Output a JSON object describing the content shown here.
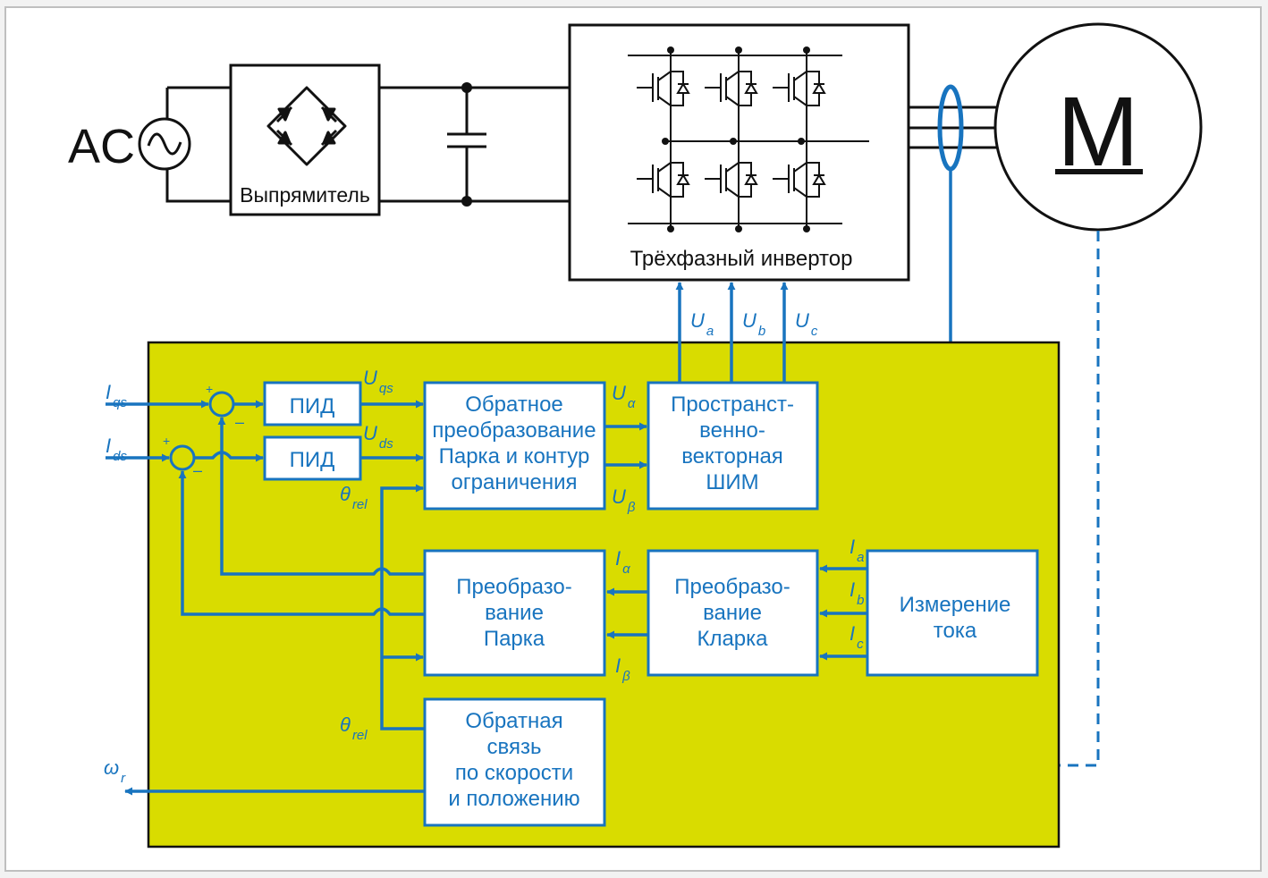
{
  "power": {
    "ac_label": "AC",
    "rectifier_label": "Выпрямитель",
    "inverter_label": "Трёхфазный инвертор",
    "motor_label": "M"
  },
  "control": {
    "pid1": "ПИД",
    "pid2": "ПИД",
    "inv_park": [
      "Обратное",
      "преобразование",
      "Парка и контур",
      "ограничения"
    ],
    "svpwm": [
      "Пространст-",
      "венно-",
      "векторная",
      "ШИМ"
    ],
    "park": [
      "Преобразо-",
      "вание",
      "Парка"
    ],
    "clarke": [
      "Преобразо-",
      "вание",
      "Кларка"
    ],
    "meas": [
      "Измерение",
      "тока"
    ],
    "speed": [
      "Обратная",
      "связь",
      "по скорости",
      "и положению"
    ]
  },
  "signals": {
    "iqs": {
      "main": "I",
      "sub": "qs"
    },
    "ids": {
      "main": "I",
      "sub": "ds"
    },
    "uqs": {
      "main": "U",
      "sub": "qs"
    },
    "uds": {
      "main": "U",
      "sub": "ds"
    },
    "ualpha": {
      "main": "U",
      "sub": "α"
    },
    "ubeta": {
      "main": "U",
      "sub": "β"
    },
    "ialpha": {
      "main": "I",
      "sub": "α"
    },
    "ibeta": {
      "main": "I",
      "sub": "β"
    },
    "ia": {
      "main": "I",
      "sub": "a"
    },
    "ib": {
      "main": "I",
      "sub": "b"
    },
    "ic": {
      "main": "I",
      "sub": "c"
    },
    "ua": {
      "main": "U",
      "sub": "a"
    },
    "ub": {
      "main": "U",
      "sub": "b"
    },
    "uc": {
      "main": "U",
      "sub": "c"
    },
    "theta1": {
      "main": "θ",
      "sub": "rel"
    },
    "theta2": {
      "main": "θ",
      "sub": "rel"
    },
    "omega": {
      "main": "ω",
      "sub": "r"
    }
  },
  "signs": {
    "plus": "+",
    "minus": "–"
  },
  "colors": {
    "control_bg": "#d9dc00",
    "signal": "#1874bf",
    "line": "#111111"
  }
}
